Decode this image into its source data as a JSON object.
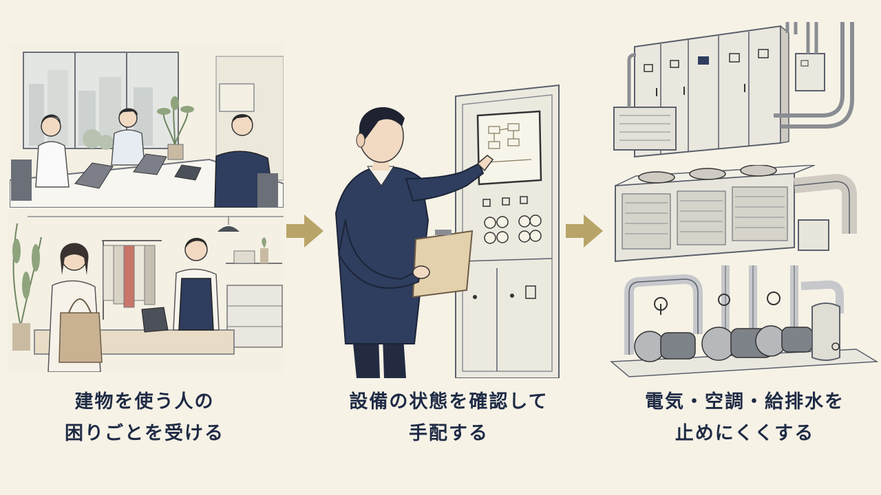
{
  "steps": [
    {
      "caption_line1": "建物を使う人の",
      "caption_line2": "困りごとを受ける",
      "scenes": [
        "office-scene",
        "shop-counter-scene"
      ]
    },
    {
      "caption_line1": "設備の状態を確認して",
      "caption_line2": "手配する",
      "scenes": [
        "technician-at-control-panel-scene"
      ]
    },
    {
      "caption_line1": "電気・空調・給排水を",
      "caption_line2": "止めにくくする",
      "scenes": [
        "electrical-cabinets-scene",
        "air-conditioning-units-scene",
        "water-pumps-scene"
      ]
    }
  ],
  "arrows": [
    "arrow-right-icon",
    "arrow-right-icon"
  ],
  "colors": {
    "background": "#f6f2e6",
    "text": "#1f2b45",
    "arrow": "#b8a468",
    "navy": "#2f3d5e",
    "line": "#5a5f6a"
  }
}
